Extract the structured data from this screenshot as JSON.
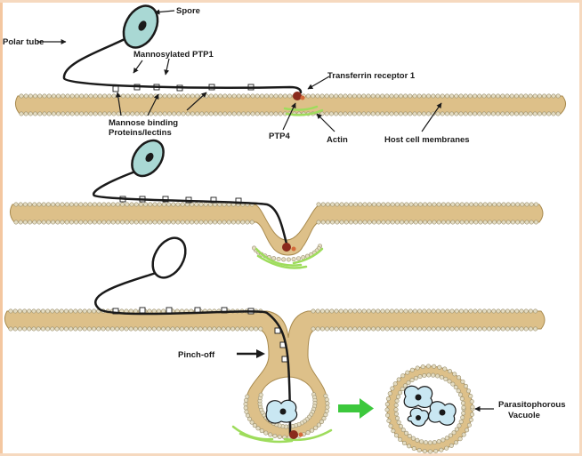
{
  "labels": {
    "spore": "Spore",
    "polar_tube": "Polar tube",
    "mannosylated_ptp1": "Mannosylated PTP1",
    "transferrin_receptor": "Transferrin receptor 1",
    "mannose_binding_line1": "Mannose binding",
    "mannose_binding_line2": "Proteins/lectins",
    "ptp4": "PTP4",
    "actin": "Actin",
    "host_cell_membranes": "Host cell membranes",
    "pinch_off": "Pinch-off",
    "parasitophorous_line1": "Parasitophorous",
    "parasitophorous_line2": "Vacuole"
  },
  "colors": {
    "membrane_fill": "#ddc089",
    "membrane_bead": "#e4dcc2",
    "bead_stroke": "#9a9070",
    "spore_fill": "#a9d8d4",
    "tube": "#1a1a1a",
    "actin": "#9edc5c",
    "arrow_green": "#3cc83c",
    "receptor": "#8a2a1c",
    "frame": "#f4c7a0"
  }
}
